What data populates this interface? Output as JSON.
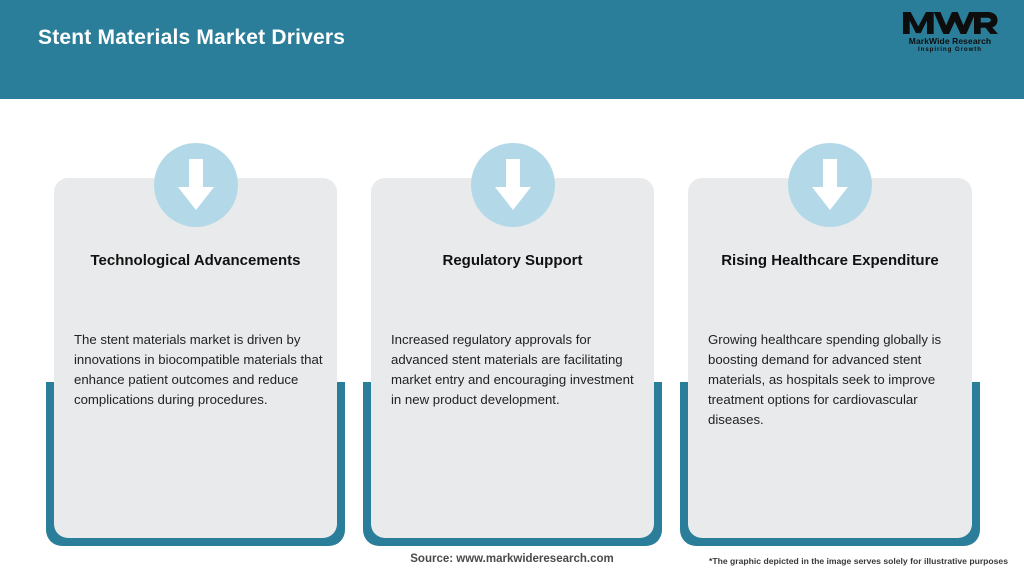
{
  "header": {
    "title": "Stent Materials Market Drivers",
    "bg_color": "#2b7e99",
    "title_color": "#ffffff"
  },
  "logo": {
    "mark": "MWR",
    "name": "MarkWide Research",
    "tagline": "Inspiring Growth"
  },
  "theme": {
    "accent": "#2b7e99",
    "card_bg": "#e8eaec",
    "bubble": "#b3d9e8",
    "arrow": "#ffffff",
    "page_bg": "#ffffff"
  },
  "cards": [
    {
      "icon": "arrow-down-icon",
      "title": "Technological Advancements",
      "body": "The stent materials market is driven by innovations in biocompatible materials that enhance patient outcomes and reduce complications during procedures."
    },
    {
      "icon": "arrow-down-icon",
      "title": "Regulatory Support",
      "body": "Increased regulatory approvals for advanced stent materials are facilitating market entry and encouraging investment in new product development."
    },
    {
      "icon": "arrow-down-icon",
      "title": "Rising Healthcare Expenditure",
      "body": "Growing healthcare spending globally is boosting demand for advanced stent materials, as hospitals seek to improve treatment options for cardiovascular diseases."
    }
  ],
  "footer": {
    "source": "Source: www.markwideresearch.com",
    "disclaimer": "*The graphic depicted in the image serves solely for illustrative purposes"
  }
}
